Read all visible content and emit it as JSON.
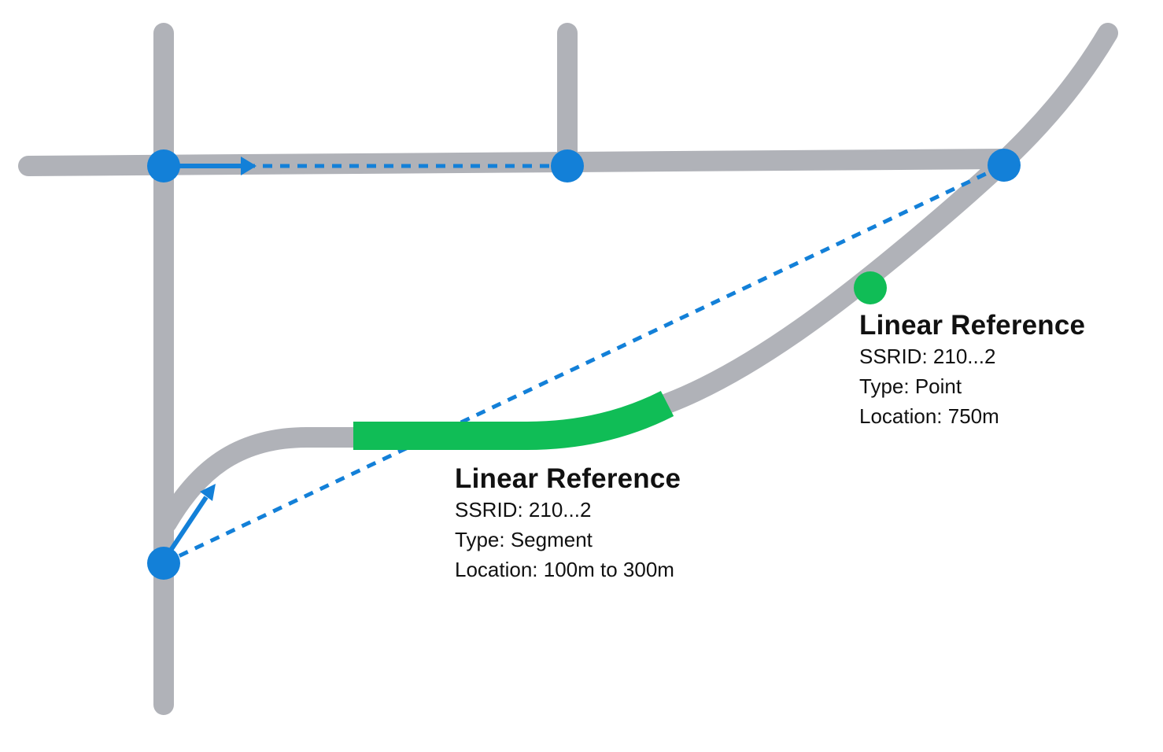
{
  "colors": {
    "road": "#b0b2b8",
    "network_path": "#1380d8",
    "linear_reference": "#10bd56",
    "text": "#111111",
    "background": "#ffffff"
  },
  "segment_reference": {
    "title": "Linear Reference",
    "ssrid": "SSRID: 210...2",
    "type": "Type: Segment",
    "location": "Location: 100m to 300m"
  },
  "point_reference": {
    "title": "Linear Reference",
    "ssrid": "SSRID: 210...2",
    "type": "Type: Point",
    "location": "Location: 750m"
  }
}
